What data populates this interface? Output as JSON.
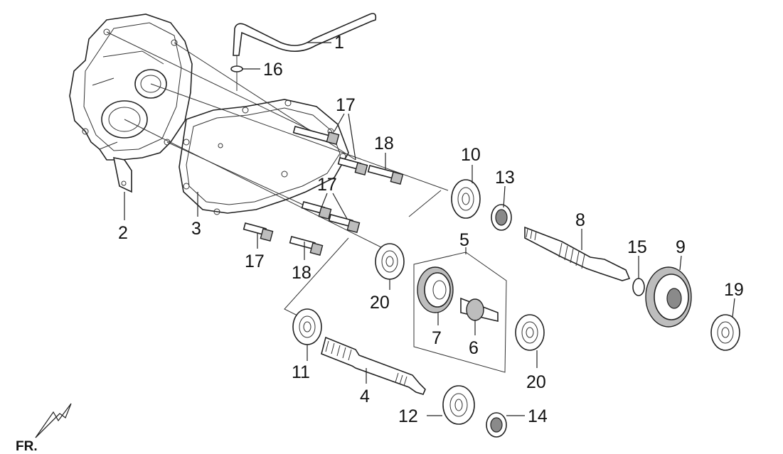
{
  "callouts": [
    {
      "id": "1",
      "text": "1"
    },
    {
      "id": "2",
      "text": "2"
    },
    {
      "id": "3",
      "text": "3"
    },
    {
      "id": "4",
      "text": "4"
    },
    {
      "id": "5",
      "text": "5"
    },
    {
      "id": "6",
      "text": "6"
    },
    {
      "id": "7",
      "text": "7"
    },
    {
      "id": "8",
      "text": "8"
    },
    {
      "id": "9",
      "text": "9"
    },
    {
      "id": "10",
      "text": "10"
    },
    {
      "id": "11",
      "text": "11"
    },
    {
      "id": "12",
      "text": "12"
    },
    {
      "id": "13",
      "text": "13"
    },
    {
      "id": "14",
      "text": "14"
    },
    {
      "id": "15",
      "text": "15"
    },
    {
      "id": "16",
      "text": "16"
    },
    {
      "id": "17a",
      "text": "17"
    },
    {
      "id": "17b",
      "text": "17"
    },
    {
      "id": "17c",
      "text": "17"
    },
    {
      "id": "18a",
      "text": "18"
    },
    {
      "id": "18b",
      "text": "18"
    },
    {
      "id": "19",
      "text": "19"
    },
    {
      "id": "20a",
      "text": "20"
    },
    {
      "id": "20b",
      "text": "20"
    }
  ],
  "orientation_mark": {
    "text": "FR."
  }
}
